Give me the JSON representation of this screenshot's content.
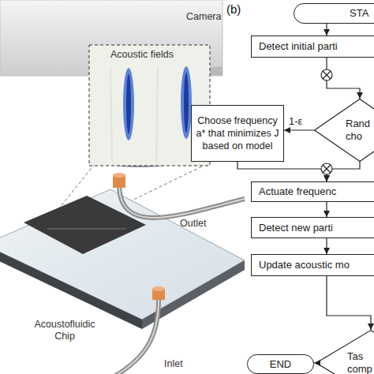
{
  "diagram": {
    "nodes": [
      {
        "text": [
          "STA"
        ]
      },
      {
        "text": [
          "Detect initial parti"
        ]
      },
      {
        "text": [
          "Choose frequency a* that minimizes J based on model"
        ]
      },
      {
        "text": [
          "Rand cho"
        ]
      },
      {
        "text": [
          "Actuate frequenc"
        ]
      },
      {
        "text": [
          "Detect new parti"
        ]
      },
      {
        "text": [
          "Update acoustic mo"
        ]
      },
      {
        "text": [
          "Tas comp"
        ]
      },
      {
        "text": [
          "END"
        ]
      }
    ],
    "edges": [
      {
        "from": 0,
        "to": 1,
        "arrow": "to"
      },
      {
        "from": 1,
        "to": 3,
        "arrow": "to"
      },
      {
        "from": 3,
        "to": 2,
        "label": "1-ε",
        "arrow": "to"
      },
      {
        "from": 2,
        "to": 4,
        "arrow": "to"
      },
      {
        "from": 3,
        "to": 4,
        "arrow": "to"
      },
      {
        "from": 4,
        "to": 5,
        "arrow": "to"
      },
      {
        "from": 5,
        "to": 6,
        "arrow": "to"
      },
      {
        "from": 6,
        "to": 7,
        "arrow": "to"
      },
      {
        "from": 7,
        "to": 8,
        "arrow": "to"
      }
    ],
    "labels": [
      "Camera",
      "Acoustic fields",
      "Outlet",
      "Acoustofluidic Chip",
      "Inlet",
      "(b)"
    ]
  }
}
